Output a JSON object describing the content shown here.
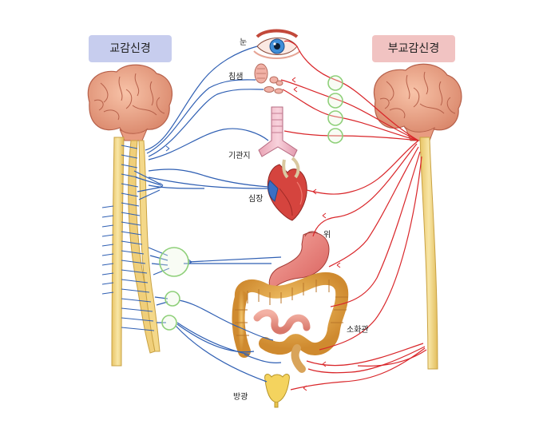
{
  "badges": {
    "sympathetic": "교감신경",
    "parasympathetic": "부교감신경"
  },
  "organs": {
    "eye": "눈",
    "salivary_gland": "침샘",
    "bronchi": "기관지",
    "heart": "심장",
    "stomach": "위",
    "intestine": "소화관",
    "bladder": "방광"
  },
  "colors": {
    "sympathetic_nerve": "#2f5fb3",
    "parasympathetic_nerve": "#d9262a",
    "ganglion": "#8fd07a",
    "spinal_cord": "#f2dc8e",
    "brain": "#f0a585",
    "sympathetic_badge": "#c7cdee",
    "parasympathetic_badge": "#f1c3c2"
  }
}
